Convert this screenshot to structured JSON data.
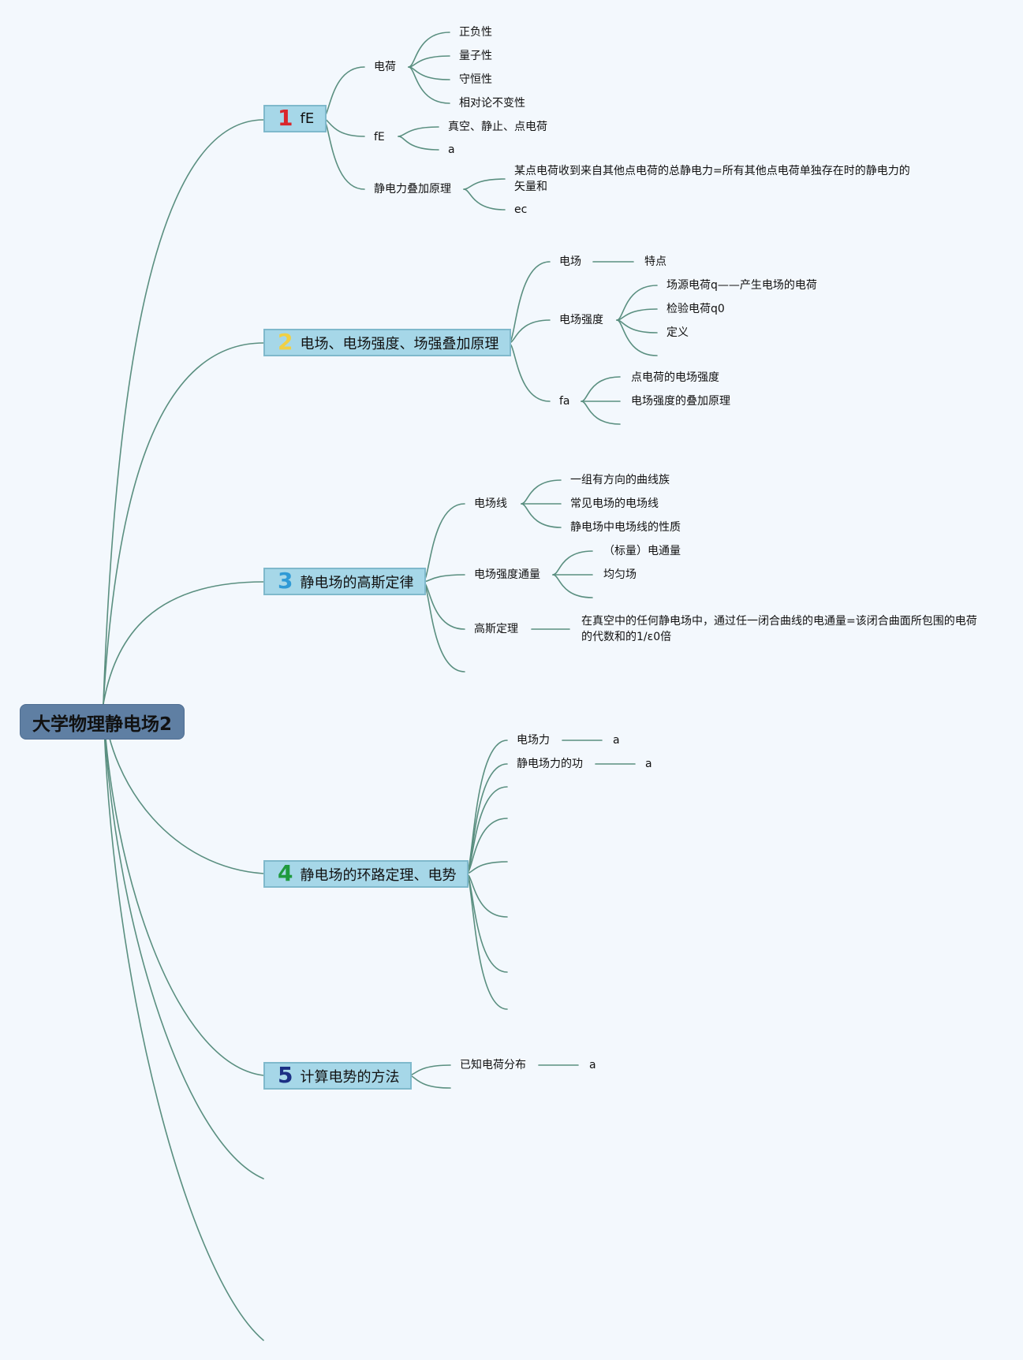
{
  "colors": {
    "background": "#f3f8fd",
    "line": "#5a8f80",
    "root_fill": "#5f7fa3",
    "branch_fill": "#a6d7e8",
    "branch_border": "#7fb9cc"
  },
  "root": {
    "label": "大学物理静电场2"
  },
  "branches": [
    {
      "number": "1",
      "number_color": "#d9262b",
      "label": "fE"
    },
    {
      "number": "2",
      "number_color": "#f0d045",
      "label": "电场、电场强度、场强叠加原理"
    },
    {
      "number": "3",
      "number_color": "#2f9ad6",
      "label": "静电场的高斯定律"
    },
    {
      "number": "4",
      "number_color": "#1f9a3e",
      "label": "静电场的环路定理、电势"
    },
    {
      "number": "5",
      "number_color": "#1b2f84",
      "label": "计算电势的方法"
    }
  ],
  "b1": {
    "charge": "电荷",
    "charge_items": [
      "正负性",
      "量子性",
      "守恒性",
      "相对论不变性"
    ],
    "fe": "fE",
    "fe_items": [
      "真空、静止、点电荷",
      "a"
    ],
    "superposition": "静电力叠加原理",
    "superposition_items": [
      "某点电荷收到来自其他点电荷的总静电力=所有其他点电荷单独存在时的静电力的矢量和",
      "ec"
    ]
  },
  "b2": {
    "field": "电场",
    "field_item": "特点",
    "strength": "电场强度",
    "strength_items": [
      "场源电荷q——产生电场的电荷",
      "检验电荷q0",
      "定义"
    ],
    "fa": "fa",
    "fa_items": [
      "点电荷的电场强度",
      "电场强度的叠加原理"
    ]
  },
  "b3": {
    "lines": "电场线",
    "lines_items": [
      "一组有方向的曲线族",
      "常见电场的电场线",
      "静电场中电场线的性质"
    ],
    "flux": "电场强度通量",
    "flux_items": [
      "（标量）电通量",
      "均匀场"
    ],
    "gauss": "高斯定理",
    "gauss_item": "在真空中的任何静电场中，通过任一闭合曲线的电通量=该闭合曲面所包围的电荷的代数和的1/ε0倍"
  },
  "b4": {
    "force": "电场力",
    "force_item": "a",
    "work": "静电场力的功",
    "work_item": "a"
  },
  "b5": {
    "known": "已知电荷分布",
    "known_item": "a"
  }
}
